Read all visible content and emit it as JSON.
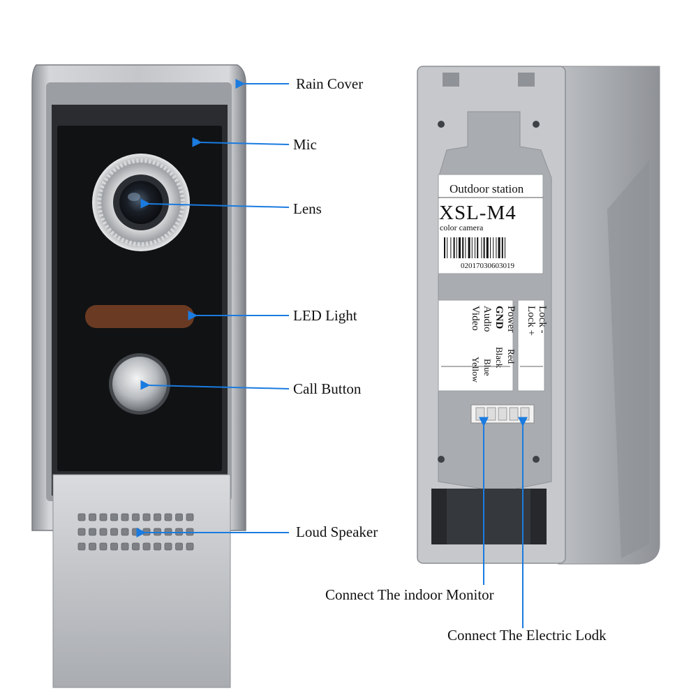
{
  "front_labels": {
    "rain_cover": "Rain Cover",
    "mic": "Mic",
    "lens": "Lens",
    "led_light": "LED Light",
    "call_button": "Call Button",
    "loud_speaker": "Loud Speaker"
  },
  "back_labels": {
    "connect_monitor": "Connect The indoor Monitor",
    "connect_lock": "Connect The Electric Lodk"
  },
  "sticker": {
    "title": "Outdoor station",
    "model": "XSL-M4",
    "subtitle": "color camera",
    "serial": "02017030603019"
  },
  "terminal_left": {
    "rows": [
      {
        "name": "Power",
        "color": "Red"
      },
      {
        "name": "GND",
        "color": "Black"
      },
      {
        "name": "Audio",
        "color": "Blue"
      },
      {
        "name": "Video",
        "color": "Yellow"
      }
    ]
  },
  "terminal_right": {
    "rows": [
      {
        "name": "Lock -",
        "color": ""
      },
      {
        "name": "Lock +",
        "color": ""
      }
    ]
  },
  "colors": {
    "arrow": "#1a7be0",
    "device_silver": "#b9bcc0",
    "faceplate_black": "#111214",
    "led_amber": "#6b3a22"
  }
}
